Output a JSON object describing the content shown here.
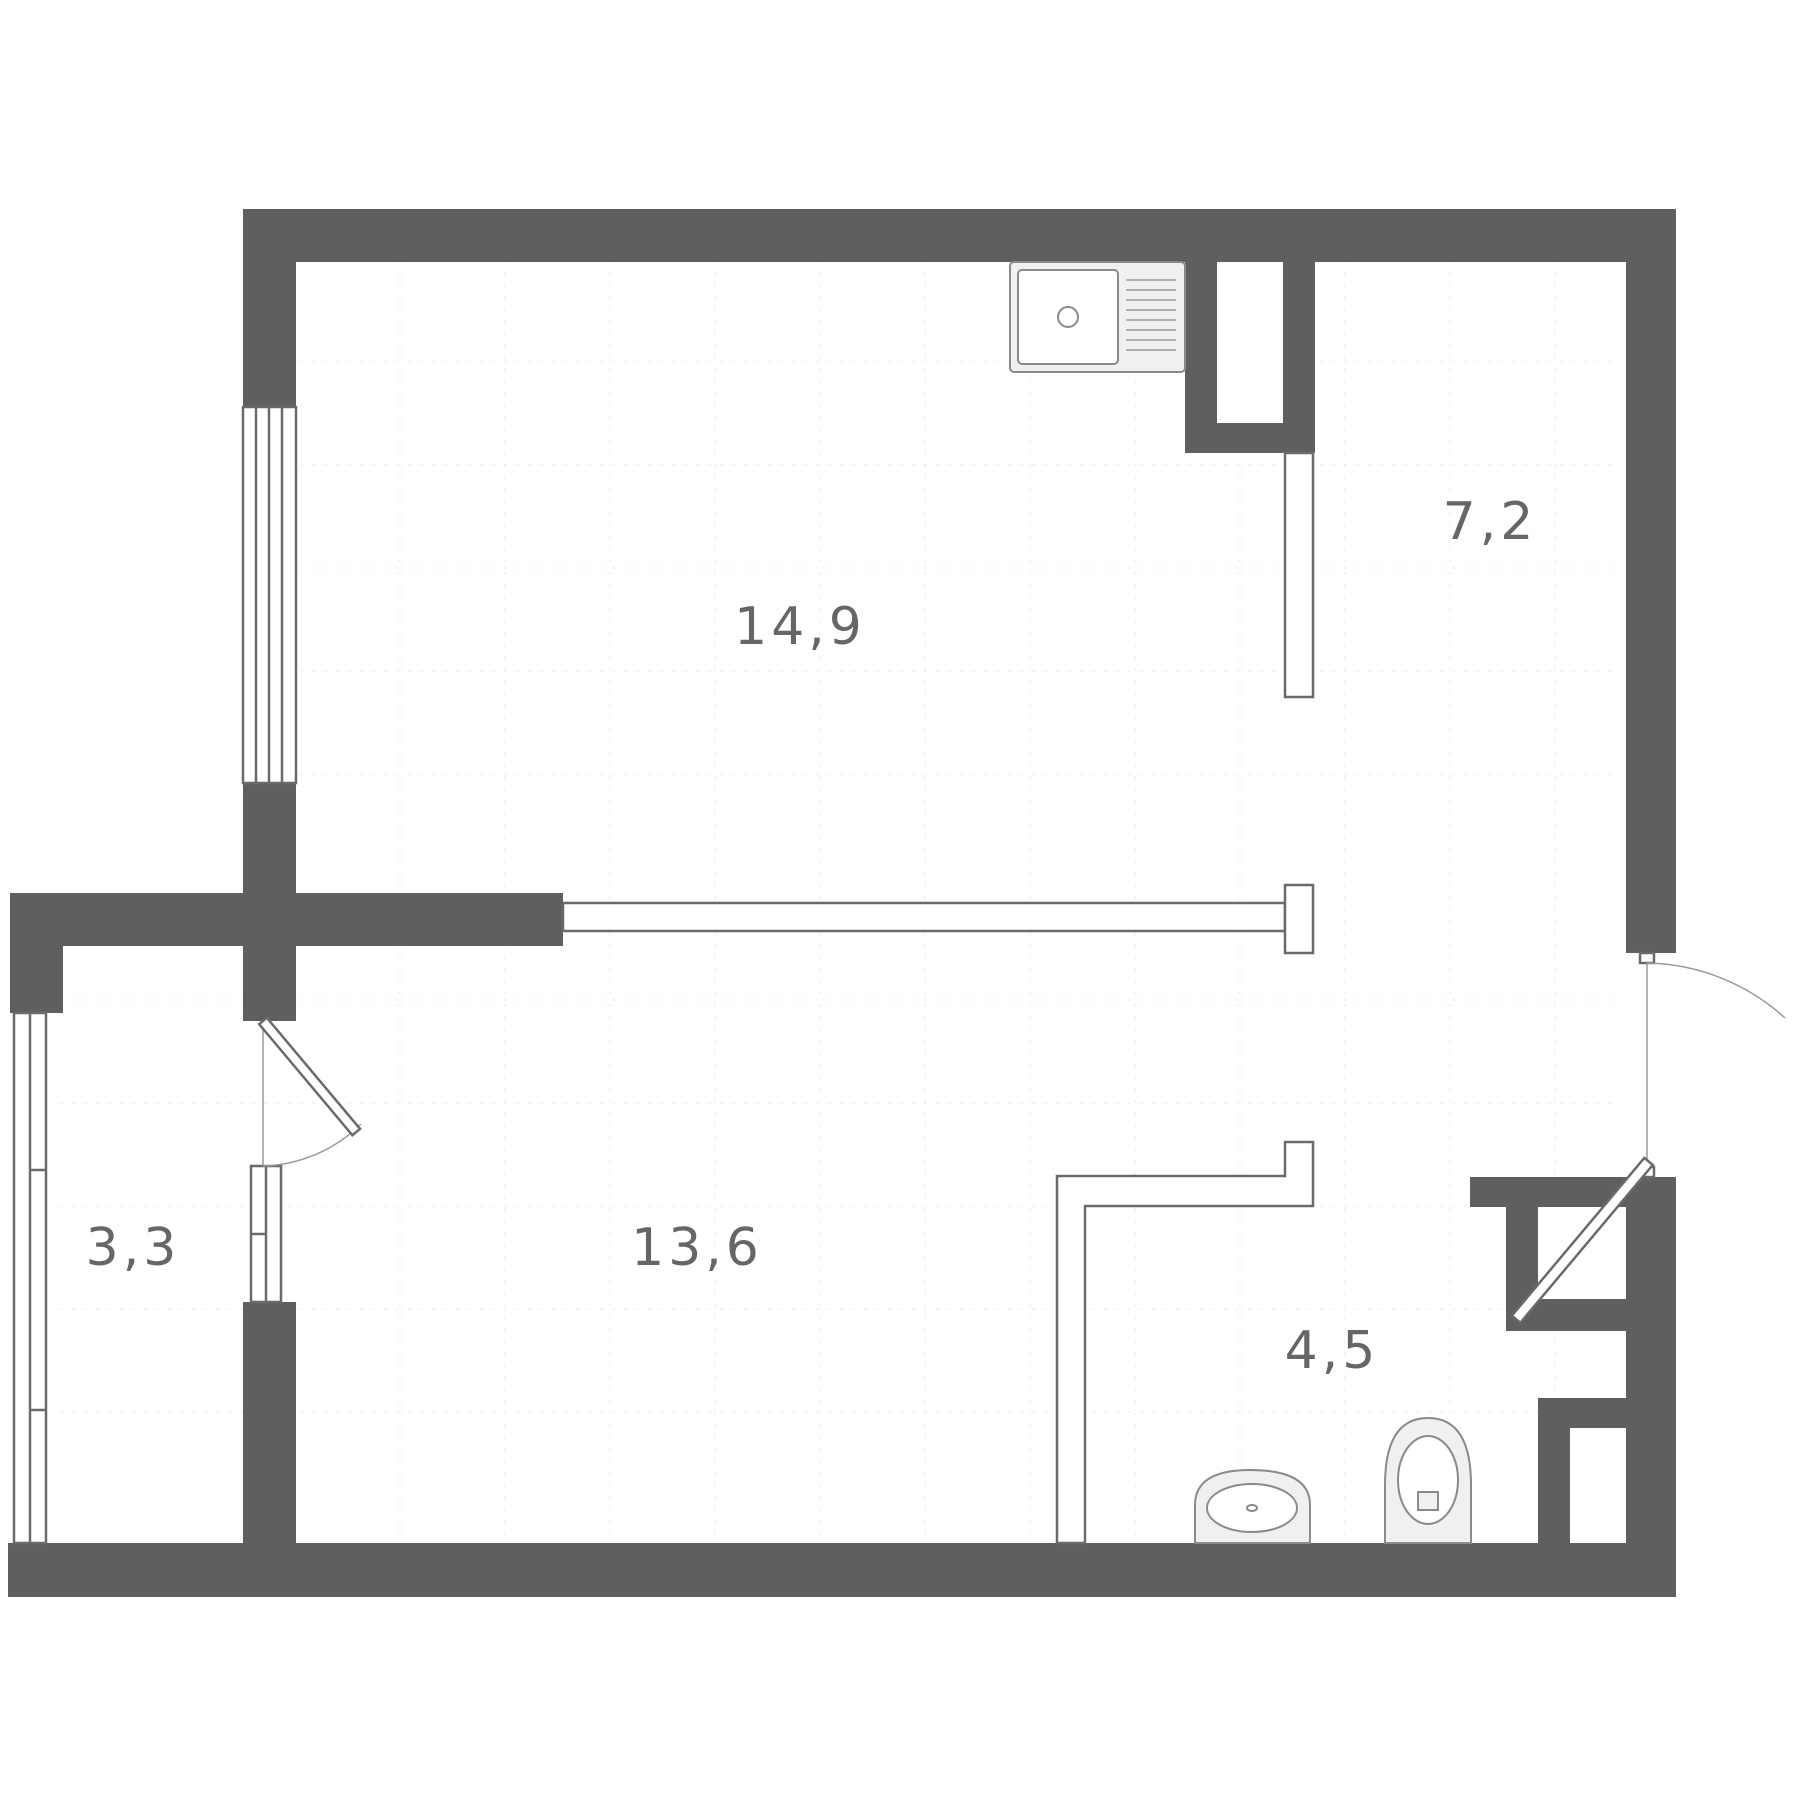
{
  "rooms": [
    {
      "id": "kitchen-living",
      "area": "14,9"
    },
    {
      "id": "hallway",
      "area": "7,2"
    },
    {
      "id": "bedroom",
      "area": "13,6"
    },
    {
      "id": "balcony",
      "area": "3,3"
    },
    {
      "id": "bathroom",
      "area": "4,5"
    }
  ],
  "colors": {
    "wall": "#5f5f5f",
    "label": "#666666",
    "background": "#ffffff"
  }
}
